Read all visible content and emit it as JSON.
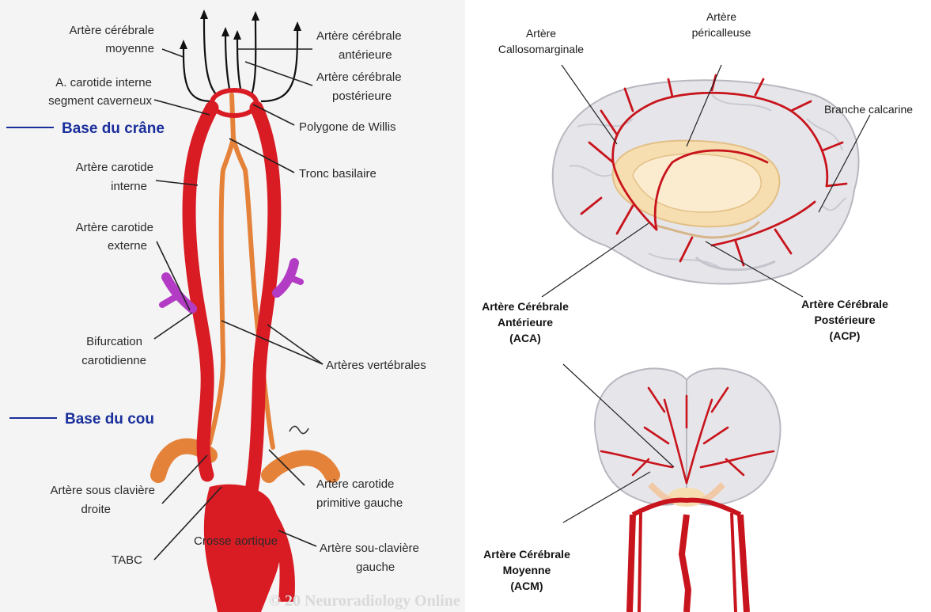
{
  "colors": {
    "artery_red": "#d91c24",
    "dark_red": "#a8161c",
    "vertebral_orange": "#e5823a",
    "external_purple": "#b33cc4",
    "base_line_blue": "#1a2f9c",
    "brain_gray": "#e6e6ea",
    "corpus_cream": "#f6deb0"
  },
  "left_panel": {
    "labels": {
      "acm": [
        "Artère cérébrale",
        "moyenne"
      ],
      "aca": [
        "Artère cérébrale",
        "antérieure"
      ],
      "acp": [
        "Artère cérébrale",
        "postérieure"
      ],
      "carotide_interne_caverneux": [
        "A. carotide interne",
        "segment caverneux"
      ],
      "polygone": "Polygone de Willis",
      "base_crane": "Base du crâne",
      "tronc_basilaire": "Tronc basilaire",
      "carotide_interne": [
        "Artère carotide",
        "interne"
      ],
      "carotide_externe": [
        "Artère carotide",
        "externe"
      ],
      "bifurcation": [
        "Bifurcation",
        "carotidienne"
      ],
      "vertebrales": "Artères vertébrales",
      "base_cou": "Base du cou",
      "sous_claviere_droite": [
        "Artère sous clavière",
        "droite"
      ],
      "carotide_primitive_gauche": [
        "Artère carotide",
        "primitive gauche"
      ],
      "tabc": "TABC",
      "crosse": "Crosse aortique",
      "sous_claviere_gauche": [
        "Artère sou-clavière",
        "gauche"
      ]
    },
    "watermark": "© 20 Neuroradiology Online"
  },
  "right_panel": {
    "labels": {
      "callosomarginale": [
        "Artère",
        "Callosomarginale"
      ],
      "pericalleuse": [
        "Artère",
        "péricalleuse"
      ],
      "calcarine": "Branche calcarine",
      "aca": [
        "Artère Cérébrale",
        "Antérieure",
        "(ACA)"
      ],
      "acp": [
        "Artère Cérébrale",
        "Postérieure",
        "(ACP)"
      ],
      "acm": [
        "Artère Cérébrale",
        "Moyenne",
        "(ACM)"
      ]
    }
  }
}
